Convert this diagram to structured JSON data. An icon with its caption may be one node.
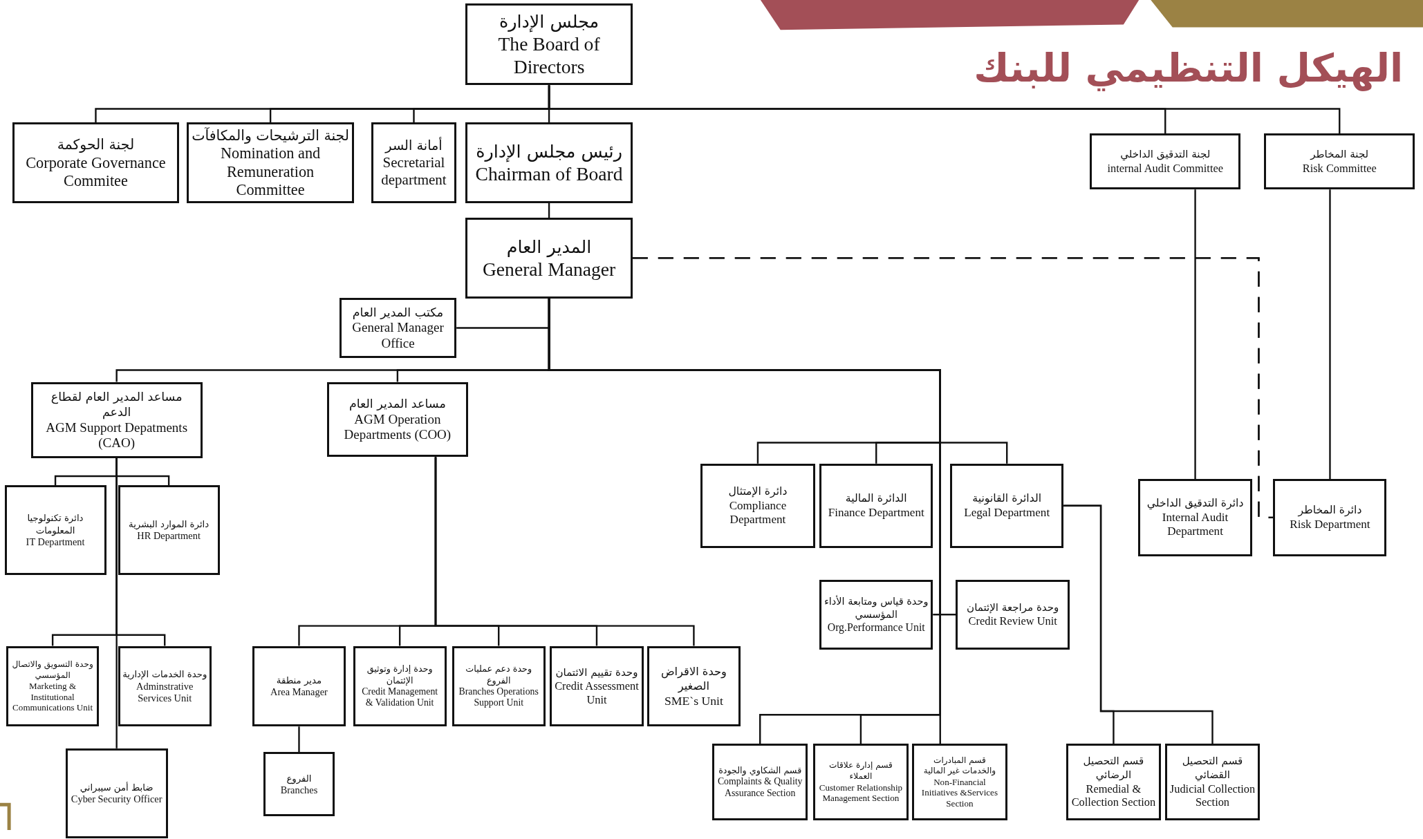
{
  "diagram": {
    "title": "الهيكل التنظيمي للبنك",
    "nodes": [
      {
        "text": [
          "مجلس الإدارة",
          "The Board of Directors"
        ]
      },
      {
        "text": [
          "لجنة الحوكمة",
          "Corporate Governance Commitee"
        ]
      },
      {
        "text": [
          "لجنة الترشيحات والمكافآت",
          "Nomination and Remuneration Committee"
        ]
      },
      {
        "text": [
          "أمانة السر",
          "Secretarial department"
        ]
      },
      {
        "text": [
          "رئيس مجلس الإدارة",
          "Chairman of Board"
        ]
      },
      {
        "text": [
          "لجنة التدقيق الداخلي",
          "internal Audit Committee"
        ]
      },
      {
        "text": [
          "لجنة المخاطر",
          "Risk Committee"
        ]
      },
      {
        "text": [
          "المدير العام",
          "General Manager"
        ]
      },
      {
        "text": [
          "مكتب المدير العام",
          "General Manager Office"
        ]
      },
      {
        "text": [
          "مساعد المدير العام لقطاع الدعم",
          "AGM Support Depatments (CAO)"
        ]
      },
      {
        "text": [
          "مساعد المدير العام",
          "AGM Operation Departments (COO)"
        ]
      },
      {
        "text": [
          "دائرة تكنولوجيا المعلومات",
          "IT Department"
        ]
      },
      {
        "text": [
          "دائرة الموارد البشرية",
          "HR Department"
        ]
      },
      {
        "text": [
          "وحدة التسويق والاتصال المؤسسي",
          "Marketing & Institutional Communications Unit"
        ]
      },
      {
        "text": [
          "وحدة الخدمات الإدارية",
          "Adminstrative Services Unit"
        ]
      },
      {
        "text": [
          "ضابط أمن سيبراني",
          "Cyber Security Officer"
        ]
      },
      {
        "text": [
          "مدير منطقة",
          "Area Manager"
        ]
      },
      {
        "text": [
          "الفروع",
          "Branches"
        ]
      },
      {
        "text": [
          "وحدة إدارة وتوثيق الإئتمان",
          "Credit Management & Validation Unit"
        ]
      },
      {
        "text": [
          "وحدة دعم عمليات الفروع",
          "Branches Operations Support Unit"
        ]
      },
      {
        "text": [
          "وحدة تقييم الائتمان",
          "Credit Assessment Unit"
        ]
      },
      {
        "text": [
          "وحدة الاقراض الصغير",
          "SME`s Unit"
        ]
      },
      {
        "text": [
          "دائرة الإمتثال",
          "Compliance Department"
        ]
      },
      {
        "text": [
          "الدائرة المالية",
          "Finance Department"
        ]
      },
      {
        "text": [
          "الدائرة القانونية",
          "Legal Department"
        ]
      },
      {
        "text": [
          "وحدة قياس ومتابعة الأداء المؤسسي",
          "Org.Performance Unit"
        ]
      },
      {
        "text": [
          "وحدة مراجعة الإئتمان",
          "Credit Review Unit"
        ]
      },
      {
        "text": [
          "قسم الشكاوي والجودة",
          "Complaints & Quality Assurance Section"
        ]
      },
      {
        "text": [
          "قسم إدارة علاقات العملاء",
          "Customer Relationship Management Section"
        ]
      },
      {
        "text": [
          "قسم المبادرات والخدمات غير المالية",
          "Non-Financial Initiatives &Services Section"
        ]
      },
      {
        "text": [
          "قسم التحصيل الرضائي",
          "Remedial & Collection Section"
        ]
      },
      {
        "text": [
          "قسم التحصيل القضائي",
          "Judicial Collection Section"
        ]
      },
      {
        "text": [
          "دائرة التدقيق الداخلي",
          "Internal Audit Department"
        ]
      },
      {
        "text": [
          "دائرة المخاطر",
          "Risk Department"
        ]
      }
    ],
    "edges": [
      {
        "from": 0,
        "to": 1,
        "arrow": "none"
      },
      {
        "from": 0,
        "to": 2,
        "arrow": "none"
      },
      {
        "from": 0,
        "to": 3,
        "arrow": "none"
      },
      {
        "from": 0,
        "to": 4,
        "arrow": "none"
      },
      {
        "from": 0,
        "to": 5,
        "arrow": "none"
      },
      {
        "from": 0,
        "to": 6,
        "arrow": "none"
      },
      {
        "from": 4,
        "to": 7,
        "arrow": "none"
      },
      {
        "from": 7,
        "to": 8,
        "arrow": "none"
      },
      {
        "from": 7,
        "to": 9,
        "arrow": "none"
      },
      {
        "from": 7,
        "to": 10,
        "arrow": "none"
      },
      {
        "from": 7,
        "to": 22,
        "arrow": "none"
      },
      {
        "from": 7,
        "to": 23,
        "arrow": "none"
      },
      {
        "from": 7,
        "to": 24,
        "arrow": "none"
      },
      {
        "from": 7,
        "to": 25,
        "arrow": "none"
      },
      {
        "from": 7,
        "to": 26,
        "arrow": "none"
      },
      {
        "from": 7,
        "to": 27,
        "arrow": "none"
      },
      {
        "from": 7,
        "to": 28,
        "arrow": "none"
      },
      {
        "from": 7,
        "to": 29,
        "arrow": "none"
      },
      {
        "from": 24,
        "to": 30,
        "arrow": "none"
      },
      {
        "from": 24,
        "to": 31,
        "arrow": "none"
      },
      {
        "from": 9,
        "to": 11,
        "arrow": "none"
      },
      {
        "from": 9,
        "to": 12,
        "arrow": "none"
      },
      {
        "from": 9,
        "to": 13,
        "arrow": "none"
      },
      {
        "from": 9,
        "to": 14,
        "arrow": "none"
      },
      {
        "from": 9,
        "to": 15,
        "arrow": "none"
      },
      {
        "from": 10,
        "to": 16,
        "arrow": "none"
      },
      {
        "from": 10,
        "to": 18,
        "arrow": "none"
      },
      {
        "from": 10,
        "to": 19,
        "arrow": "none"
      },
      {
        "from": 10,
        "to": 20,
        "arrow": "none"
      },
      {
        "from": 10,
        "to": 21,
        "arrow": "none"
      },
      {
        "from": 16,
        "to": 17,
        "arrow": "none"
      },
      {
        "from": 5,
        "to": 32,
        "arrow": "none"
      },
      {
        "from": 6,
        "to": 33,
        "arrow": "none"
      },
      {
        "from": 7,
        "to": 32,
        "arrow": "none",
        "style": "dashed"
      },
      {
        "from": 7,
        "to": 33,
        "arrow": "none",
        "style": "dashed"
      }
    ]
  }
}
